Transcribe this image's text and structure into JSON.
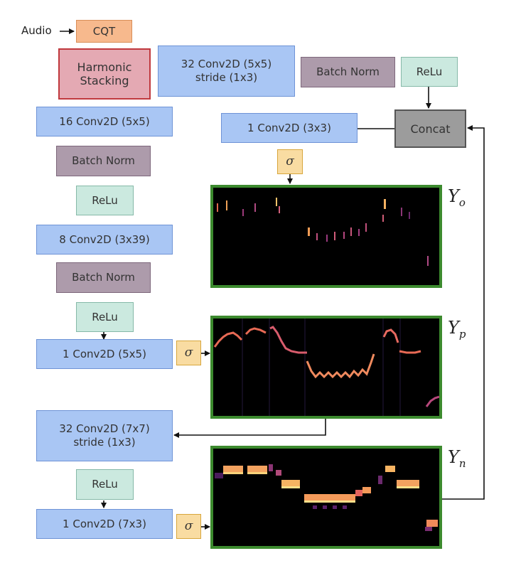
{
  "input_label": "Audio",
  "nodes": {
    "cqt": "CQT",
    "harmonic_stacking": "Harmonic Stacking",
    "conv32_top_line1": "32 Conv2D (5x5)",
    "conv32_top_line2": "stride (1x3)",
    "batchnorm_top": "Batch Norm",
    "relu_top": "ReLu",
    "concat": "Concat",
    "conv1_3x3": "1 Conv2D (3x3)",
    "conv16_5x5": "16 Conv2D (5x5)",
    "batchnorm_1": "Batch Norm",
    "relu_1": "ReLu",
    "conv8_3x39": "8 Conv2D (3x39)",
    "batchnorm_2": "Batch Norm",
    "relu_2": "ReLu",
    "conv1_5x5": "1 Conv2D (5x5)",
    "conv32_7x7_line1": "32 Conv2D (7x7)",
    "conv32_7x7_line2": "stride (1x3)",
    "relu_3": "ReLu",
    "conv1_7x3": "1 Conv2D (7x3)",
    "sigma": "σ"
  },
  "outputs": {
    "yo": {
      "symbol": "Y",
      "sub": "o"
    },
    "yp": {
      "symbol": "Y",
      "sub": "p"
    },
    "yn": {
      "symbol": "Y",
      "sub": "n"
    }
  },
  "colors": {
    "blue_fill": "#a9c6f4",
    "purple_fill": "#ad9bab",
    "green_fill": "#cbe9df",
    "orange_fill": "#f7b98d",
    "red_fill": "#e4a9b3",
    "gray_fill": "#9c9c9c",
    "sigma_fill": "#f9dca2",
    "panel_border": "#3c8a2e",
    "panel_bg": "#000000"
  }
}
